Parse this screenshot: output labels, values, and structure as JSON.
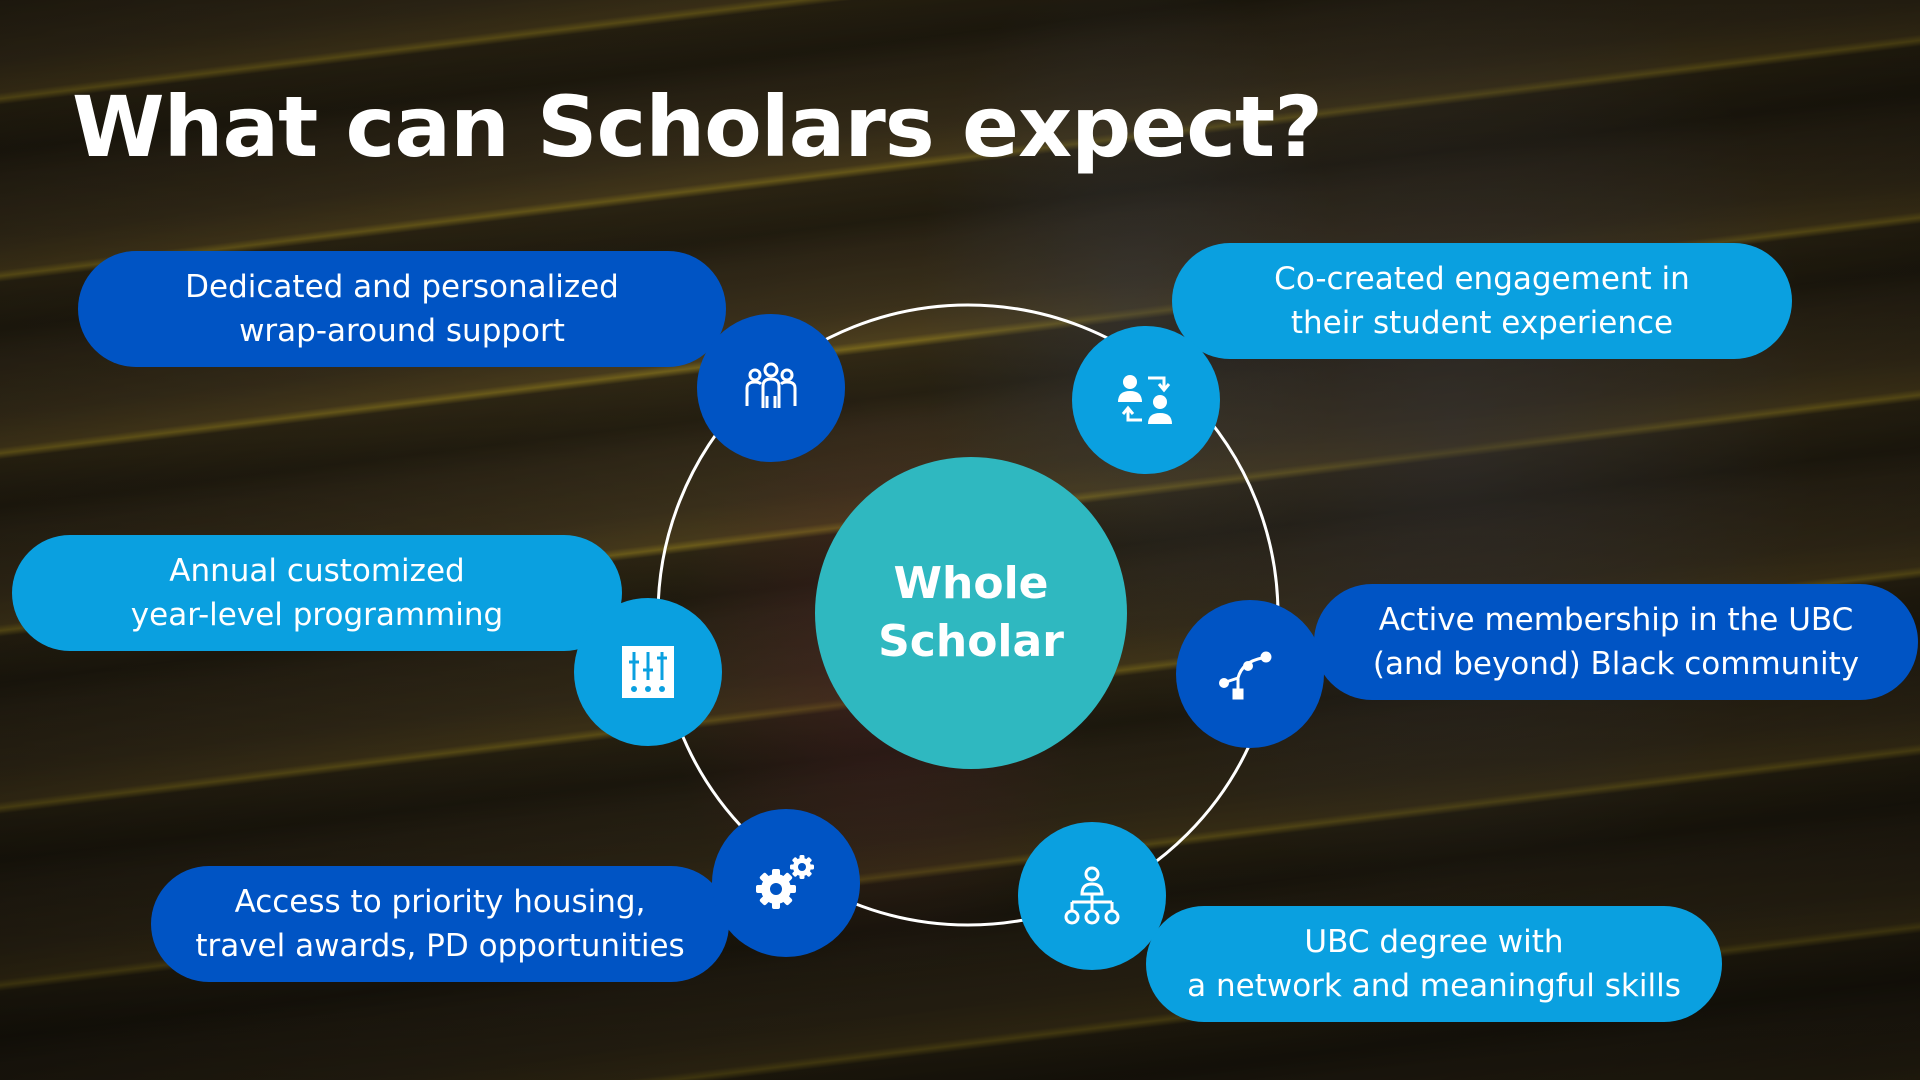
{
  "slide": {
    "title": "What can Scholars expect?"
  },
  "center": {
    "line1": "Whole",
    "line2": "Scholar",
    "color": "#2fb8c0"
  },
  "colors": {
    "dark_blue": "#0054c4",
    "light_blue": "#0aa0e0",
    "ring": "#ffffff"
  },
  "items": [
    {
      "line1": "Dedicated and personalized",
      "line2": "wrap-around support",
      "icon": "people-group-icon",
      "tone": "dark"
    },
    {
      "line1": "Co-created engagement in",
      "line2": "their student experience",
      "icon": "user-exchange-icon",
      "tone": "light"
    },
    {
      "line1": "Annual customized",
      "line2": "year-level programming",
      "icon": "sliders-icon",
      "tone": "light"
    },
    {
      "line1": "Active membership in the UBC",
      "line2": "(and beyond) Black community",
      "icon": "network-branch-icon",
      "tone": "dark"
    },
    {
      "line1": "Access to priority housing,",
      "line2": "travel awards, PD opportunities",
      "icon": "gears-icon",
      "tone": "dark"
    },
    {
      "line1": "UBC degree with",
      "line2": "a network and meaningful skills",
      "icon": "hierarchy-icon",
      "tone": "light"
    }
  ]
}
